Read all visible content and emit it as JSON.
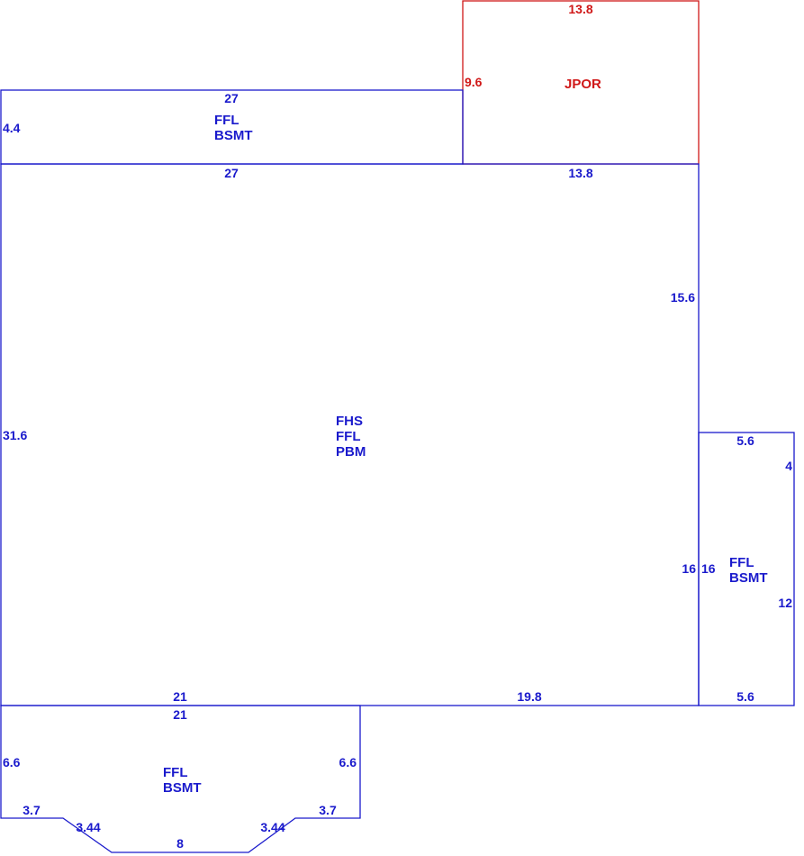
{
  "colors": {
    "dimension_blue": "#1a1acc",
    "porch_red": "#d01818",
    "background": "#ffffff"
  },
  "areas": [
    {
      "id": "main-living-area",
      "labels": [
        "FHS",
        "FFL",
        "PBM"
      ],
      "dimensions": [
        "27",
        "13.8",
        "15.6",
        "16",
        "19.8",
        "21",
        "31.6"
      ]
    },
    {
      "id": "top-basement-strip",
      "labels": [
        "FFL",
        "BSMT"
      ],
      "dimensions": [
        "27",
        "4.4",
        "27"
      ]
    },
    {
      "id": "porch",
      "labels": [
        "JPOR"
      ],
      "dimensions": [
        "13.8",
        "9.6",
        "13.8"
      ]
    },
    {
      "id": "right-basement-wing",
      "labels": [
        "FFL",
        "BSMT"
      ],
      "dimensions": [
        "5.6",
        "4",
        "16",
        "12",
        "5.6"
      ]
    },
    {
      "id": "bottom-bay-basement",
      "labels": [
        "FFL",
        "BSMT"
      ],
      "dimensions": [
        "21",
        "6.6",
        "6.6",
        "3.7",
        "3.7",
        "3.44",
        "3.44",
        "8"
      ]
    }
  ]
}
